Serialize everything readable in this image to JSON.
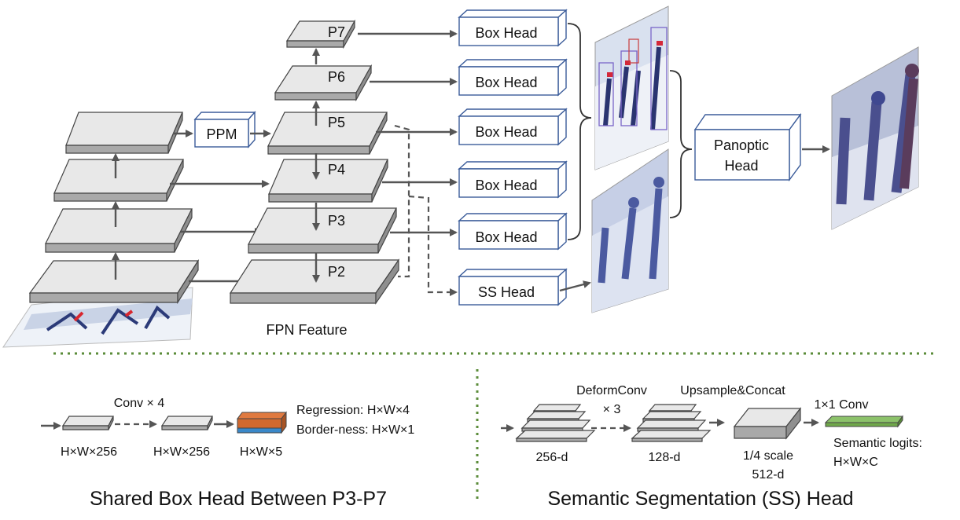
{
  "pyramid": {
    "levels": [
      "P7",
      "P6",
      "P5",
      "P4",
      "P3",
      "P2"
    ],
    "ppm_label": "PPM",
    "fpn_label": "FPN Feature"
  },
  "heads": {
    "box_head_label": "Box Head",
    "ss_head_label": "SS Head",
    "panoptic_label_line1": "Panoptic",
    "panoptic_label_line2": "Head"
  },
  "box_detail": {
    "conv_label": "Conv × 4",
    "dim1": "H×W×256",
    "dim2": "H×W×256",
    "dim3": "H×W×5",
    "regression": "Regression: H×W×4",
    "borderness": "Border-ness: H×W×1",
    "caption": "Shared Box Head Between P3-P7",
    "output_colors": {
      "regression": "#d1692f",
      "borderness": "#3a88c9"
    }
  },
  "ss_detail": {
    "deform_line1": "DeformConv",
    "deform_line2": "× 3",
    "upsample": "Upsample&Concat",
    "conv": "1×1 Conv",
    "d256": "256-d",
    "d128": "128-d",
    "scale_line1": "1/4 scale",
    "scale_line2": "512-d",
    "logits_line1": "Semantic logits:",
    "logits_line2": "H×W×C",
    "caption": "Semantic Segmentation (SS) Head",
    "logits_color": "#6fa84a"
  },
  "images": {
    "input": "input-photo",
    "detection": "detection-output",
    "segmentation": "segmentation-output",
    "panoptic": "panoptic-output"
  }
}
